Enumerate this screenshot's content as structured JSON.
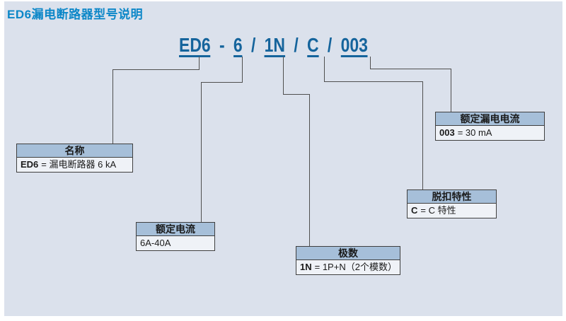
{
  "title": "ED6漏电断路器型号说明",
  "model_code": {
    "full": "ED6 - 6 / 1N / C / 003",
    "tokens": [
      "ED6",
      "-",
      "6",
      "/",
      "1N",
      "/",
      "C",
      "/",
      "003"
    ]
  },
  "boxes": [
    {
      "id": "name",
      "header": "名称",
      "code": "ED6",
      "desc": "= 漏电断路器 6 kA"
    },
    {
      "id": "rated-current",
      "header": "额定电流",
      "code": "",
      "desc": "6A-40A"
    },
    {
      "id": "poles",
      "header": "极数",
      "code": "1N",
      "desc": "= 1P+N（2个模数）"
    },
    {
      "id": "trip-curve",
      "header": "脱扣特性",
      "code": "C",
      "desc": "= C 特性"
    },
    {
      "id": "rated-leakage",
      "header": "额定漏电电流",
      "code": "003",
      "desc": "= 30 mA"
    }
  ],
  "colors": {
    "panel_background": "#dbe1ec",
    "title_blue": "#0c87c8",
    "code_blue": "#15649c",
    "box_header_fill": "#a6bfd9",
    "box_body_fill": "#eff2f7",
    "box_border": "#3f3f3f",
    "connector_gray": "#4f4f4f"
  }
}
